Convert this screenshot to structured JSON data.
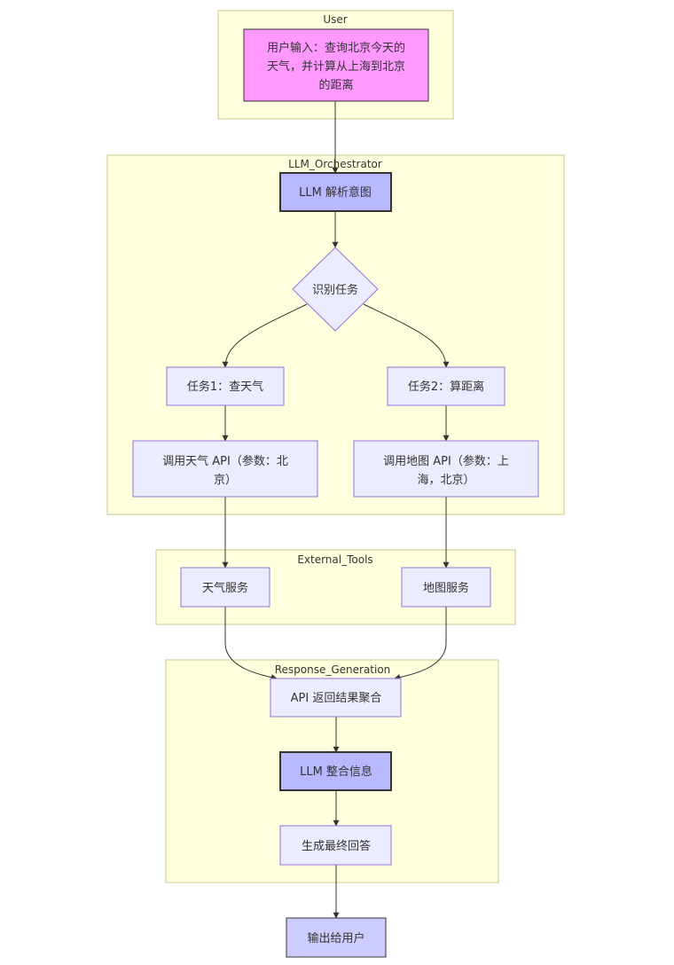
{
  "clusters": {
    "user": "User",
    "orchestrator": "LLM_Orchestrator",
    "tools": "External_Tools",
    "response": "Response_Generation"
  },
  "nodes": {
    "user_input": [
      "用户输入：查询北京今天的",
      "天气，并计算从上海到北京",
      "的距离"
    ],
    "parse_intent": "LLM 解析意图",
    "identify_task": "识别任务",
    "task1": "任务1：查天气",
    "task2": "任务2：算距离",
    "call_weather": [
      "调用天气 API（参数：北",
      "京）"
    ],
    "call_map": [
      "调用地图 API（参数：上",
      "海，北京）"
    ],
    "weather_service": "天气服务",
    "map_service": "地图服务",
    "aggregate": "API 返回结果聚合",
    "integrate": "LLM 整合信息",
    "final_answer": "生成最终回答",
    "output": "输出给用户"
  },
  "colors": {
    "cluster_fill": "#ffffde",
    "node_fill": "#ececff",
    "node_border": "#9370db",
    "user_node_fill": "#ff99ff",
    "llm_node_fill": "#b8b8ff",
    "output_node_fill": "#ccccff"
  }
}
